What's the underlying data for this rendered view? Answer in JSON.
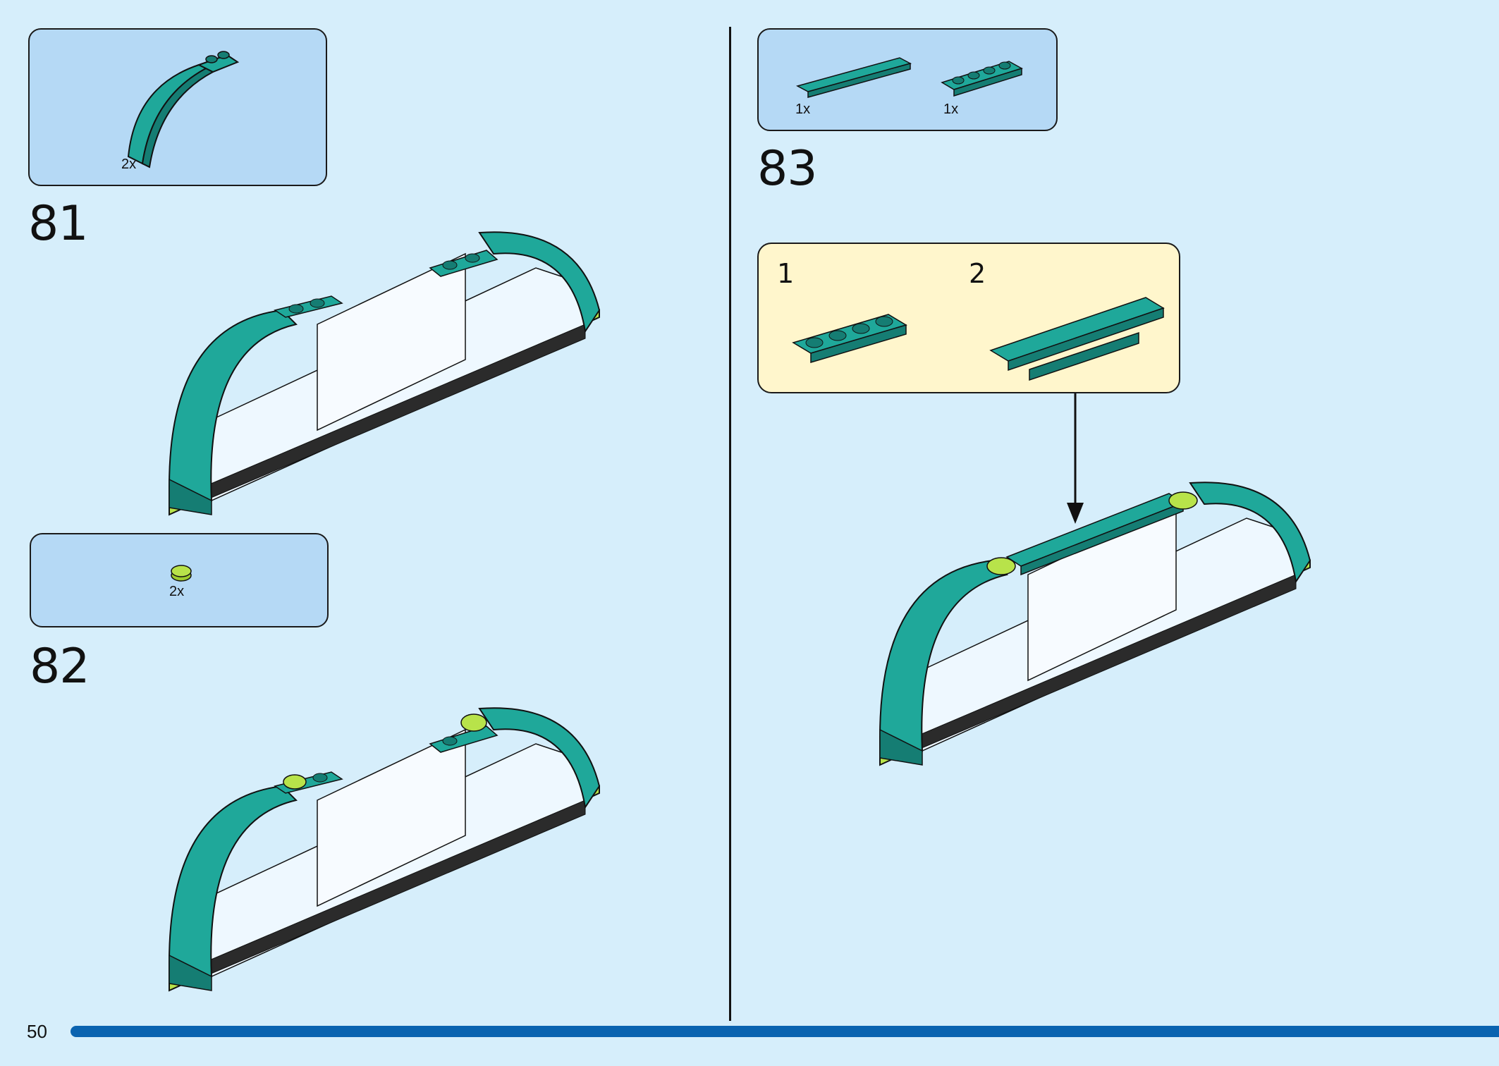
{
  "page": {
    "number": "50"
  },
  "colors": {
    "teal": "#1fa89a",
    "teal_dark": "#157d73",
    "lime": "#b8e34a",
    "parts_bg": "#b5d9f5",
    "sub_bg": "#fff6cc",
    "bar": "#0a63b0"
  },
  "steps": [
    {
      "number": "81",
      "parts": [
        {
          "qty": "2x",
          "icon": "curved-slope-brick-icon"
        }
      ]
    },
    {
      "number": "82",
      "parts": [
        {
          "qty": "2x",
          "icon": "round-tile-lime-icon"
        }
      ]
    },
    {
      "number": "83",
      "parts": [
        {
          "qty": "1x",
          "icon": "long-tile-icon"
        },
        {
          "qty": "1x",
          "icon": "plate-1x4-icon"
        }
      ],
      "subassembly": {
        "steps": [
          {
            "number": "1"
          },
          {
            "number": "2"
          }
        ]
      }
    }
  ]
}
